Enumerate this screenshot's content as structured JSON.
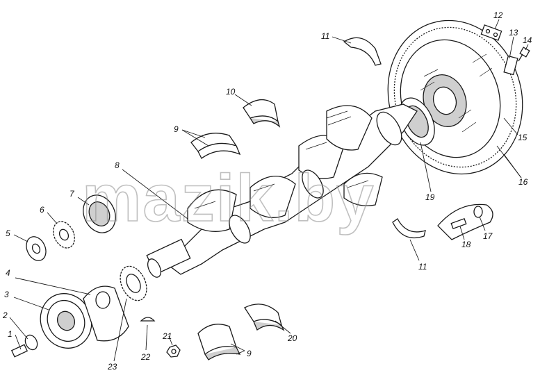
{
  "watermark": "mazik.by",
  "callouts": {
    "c1": "1",
    "c2": "2",
    "c3": "3",
    "c4": "4",
    "c5": "5",
    "c6": "6",
    "c7": "7",
    "c8": "8",
    "c9a": "9",
    "c9b": "9",
    "c10": "10",
    "c11a": "11",
    "c11b": "11",
    "c12": "12",
    "c13": "13",
    "c14": "14",
    "c15": "15",
    "c16": "16",
    "c17": "17",
    "c18": "18",
    "c19": "19",
    "c20": "20",
    "c21": "21",
    "c22": "22",
    "c23": "23"
  }
}
